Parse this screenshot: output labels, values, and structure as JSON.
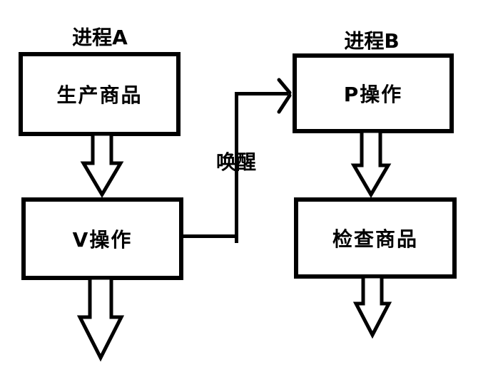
{
  "colors": {
    "background": "#ffffff",
    "stroke": "#000000",
    "box_fill": "#ffffff",
    "text": "#000000"
  },
  "process_a": {
    "title": "进程A",
    "box_produce": "生产商品",
    "box_v_op": "V操作"
  },
  "process_b": {
    "title": "进程B",
    "box_p_op": "P操作",
    "box_check": "检查商品"
  },
  "connector": {
    "label": "唤醒"
  }
}
